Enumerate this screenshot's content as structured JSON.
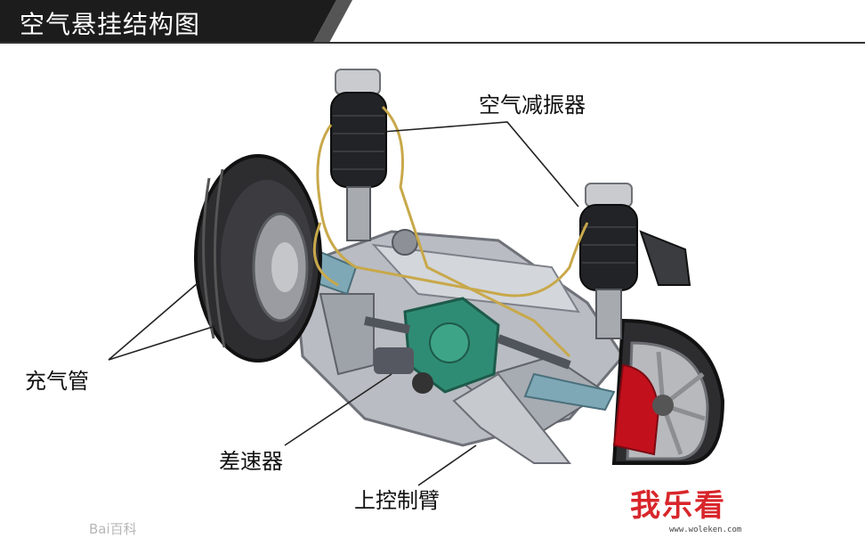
{
  "title": "空气悬挂结构图",
  "labels": {
    "air_shock": "空气减振器",
    "air_tube": "充气管",
    "differential": "差速器",
    "upper_control_arm": "上控制臂"
  },
  "watermark": {
    "site_brand": "我乐看",
    "site_url": "www.woleken.com",
    "corner_mark": "Bai百科"
  },
  "colors": {
    "title_bar": "#1a1a1a",
    "brand_red": "#d8262b",
    "frame_silver": "#b9bcc2",
    "differential_green": "#2f8c74",
    "brake_red": "#c2101c",
    "tire_dark": "#2d2d30"
  }
}
